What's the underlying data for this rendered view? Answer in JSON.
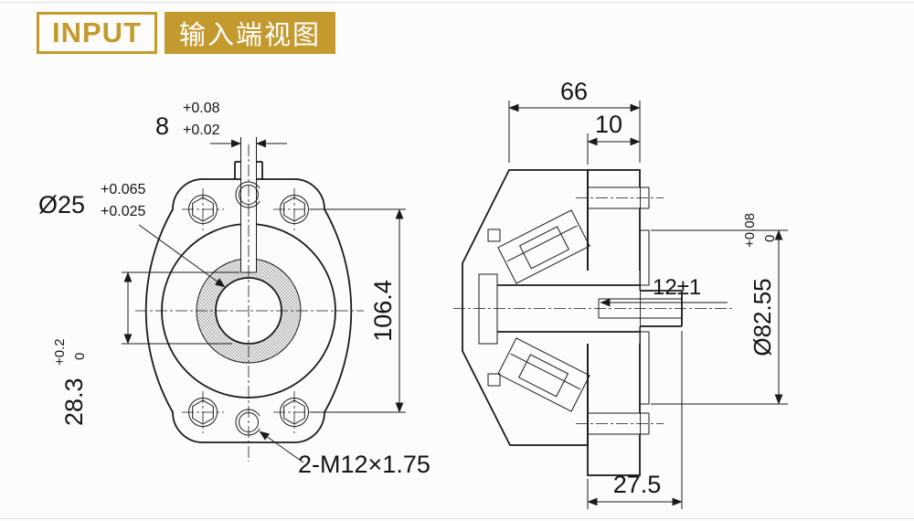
{
  "page": {
    "background": "#fcfcfa",
    "line_color": "#1a1a1a"
  },
  "header": {
    "accent_color": "#c49a2f",
    "label_en": "INPUT",
    "label_zh": "输入端视图"
  },
  "front_view": {
    "dims": {
      "keyway_width": {
        "value": "8",
        "tol_upper": "+0.08",
        "tol_lower": "+0.02"
      },
      "bore_diameter": {
        "value": "Ø25",
        "tol_upper": "+0.065",
        "tol_lower": "+0.025"
      },
      "keyway_height": {
        "value": "28.3",
        "tol_upper": "+0.2",
        "tol_lower": "0"
      },
      "bolt_spacing": {
        "value": "106.4"
      },
      "thread_callout": {
        "value": "2-M12×1.75"
      }
    }
  },
  "section_view": {
    "dims": {
      "overall_width": {
        "value": "66"
      },
      "flange_step": {
        "value": "10"
      },
      "insertion_depth": {
        "value": "12±1"
      },
      "pilot_diameter": {
        "value": "Ø82.55",
        "tol_upper": "+0.08",
        "tol_lower": "0"
      },
      "shaft_extension": {
        "value": "27.5"
      }
    }
  }
}
